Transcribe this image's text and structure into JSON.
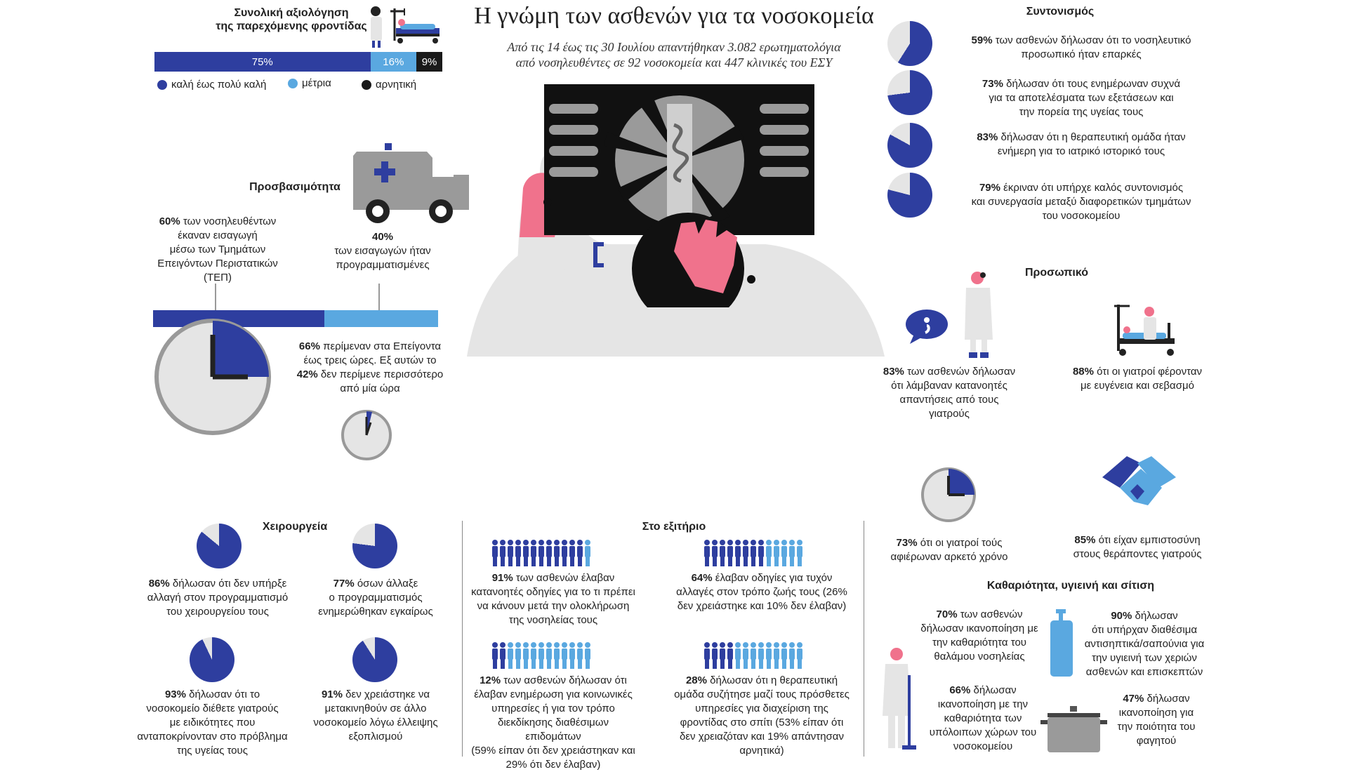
{
  "colors": {
    "dark_blue": "#2e3e9f",
    "light_blue": "#5aa8e0",
    "black": "#1a1a1a",
    "grey_light": "#e5e5e5",
    "pink": "#f0728c"
  },
  "header": {
    "title": "Η γνώμη των ασθενών για τα νοσοκομεία",
    "subtitle_1": "Από τις 14 έως τις 30 Ιουλίου απαντήθηκαν 3.082 ερωτηματολόγια",
    "subtitle_2": "από νοσηλευθέντες σε 92 νοσοκομεία και 447 κλινικές του ΕΣΥ"
  },
  "overall": {
    "title_1": "Συνολική αξιολόγηση",
    "title_2": "της παρεχόμενης φροντίδας",
    "bar": [
      {
        "label": "75%",
        "value": 75
      },
      {
        "label": "16%",
        "value": 16
      },
      {
        "label": "9%",
        "value": 9
      }
    ],
    "legend": [
      "καλή έως πολύ καλή",
      "μέτρια",
      "αρνητική"
    ]
  },
  "access": {
    "title": "Προσβασιμότητα",
    "emergency_pct": "60%",
    "emergency_text_1": " των νοσηλευθέντων",
    "emergency_text_2": "έκαναν εισαγωγή",
    "emergency_text_3": "μέσω των Τμημάτων",
    "emergency_text_4": "Επειγόντων Περιστατικών",
    "emergency_text_5": "(ΤΕΠ)",
    "planned_pct": "40%",
    "planned_text_1": "των εισαγωγών ήταν",
    "planned_text_2": "προγραμματισμένες",
    "bar_values": [
      60,
      40
    ],
    "wait_pct_1": "66%",
    "wait_text_1": " περίμεναν στα Επείγοντα",
    "wait_text_2": "έως τρεις ώρες. Εξ αυτών το",
    "wait_pct_2": "42%",
    "wait_text_3": " δεν περίμενε περισσότερο",
    "wait_text_4": "από μία ώρα"
  },
  "coordination": {
    "title": "Συντονισμός",
    "items": [
      {
        "value": 59,
        "pct": "59%",
        "l1": " των ασθενών δήλωσαν ότι το νοσηλευτικό",
        "l2": "προσωπικό ήταν επαρκές",
        "l3": ""
      },
      {
        "value": 73,
        "pct": "73%",
        "l1": " δήλωσαν ότι τους ενημέρωναν συχνά",
        "l2": "για τα αποτελέσματα των εξετάσεων και",
        "l3": "την πορεία της υγείας τους"
      },
      {
        "value": 83,
        "pct": "83%",
        "l1": " δήλωσαν ότι η θεραπευτική ομάδα ήταν",
        "l2": "ενήμερη για το ιατρικό ιστορικό τους",
        "l3": ""
      },
      {
        "value": 79,
        "pct": "79%",
        "l1": " έκριναν ότι υπήρχε καλός συντονισμός",
        "l2": "και συνεργασία μεταξύ διαφορετικών τμημάτων",
        "l3": "του νοσοκομείου"
      }
    ]
  },
  "staff": {
    "title": "Προσωπικό",
    "items": [
      {
        "pct": "83%",
        "l1": " των ασθενών δήλωσαν",
        "l2": "ότι λάμβαναν κατανοητές",
        "l3": "απαντήσεις από τους",
        "l4": "γιατρούς"
      },
      {
        "pct": "88%",
        "l1": " ότι οι γιατροί φέρονταν",
        "l2": "με ευγένεια και σεβασμό"
      },
      {
        "value": 73,
        "pct": "73%",
        "l1": " ότι οι γιατροί τούς",
        "l2": "αφιέρωναν αρκετό χρόνο"
      },
      {
        "pct": "85%",
        "l1": " ότι είχαν εμπιστοσύνη",
        "l2": "στους θεράποντες γιατρούς"
      }
    ]
  },
  "surgery": {
    "title": "Χειρουργεία",
    "items": [
      {
        "value": 86,
        "pct": "86%",
        "l1": " δήλωσαν ότι δεν υπήρξε",
        "l2": "αλλαγή στον προγραμματισμό",
        "l3": "του χειρουργείου τους"
      },
      {
        "value": 77,
        "pct": "77%",
        "l1": " όσων άλλαξε",
        "l2": "ο προγραμματισμός",
        "l3": "ενημερώθηκαν εγκαίρως"
      },
      {
        "value": 93,
        "pct": "93%",
        "l1": " δήλωσαν ότι το",
        "l2": "νοσοκομείο διέθετε γιατρούς",
        "l3": "με ειδικότητες που",
        "l4": "ανταποκρίνονταν στο πρόβλημα",
        "l5": "της υγείας τους"
      },
      {
        "value": 91,
        "pct": "91%",
        "l1": " δεν χρειάστηκε να",
        "l2": "μετακινηθούν σε άλλο",
        "l3": "νοσοκομείο λόγω έλλειψης",
        "l4": "εξοπλισμού"
      }
    ]
  },
  "discharge": {
    "title": "Στο εξιτήριο",
    "items": [
      {
        "value": 91,
        "pct": "91%",
        "l1": " των ασθενών έλαβαν",
        "l2": "κατανοητές οδηγίες για το τι πρέπει",
        "l3": "να κάνουν μετά την ολοκλήρωση",
        "l4": "της νοσηλείας τους"
      },
      {
        "value": 64,
        "pct": "64%",
        "l1": " έλαβαν οδηγίες για τυχόν",
        "l2": "αλλαγές στον τρόπο ζωής τους (26%",
        "l3": "δεν χρειάστηκε και 10% δεν έλαβαν)"
      },
      {
        "value": 12,
        "pct": "12%",
        "l1": " των ασθενών δήλωσαν ότι",
        "l2": "έλαβαν ενημέρωση για κοινωνικές",
        "l3": "υπηρεσίες ή για τον τρόπο",
        "l4": "διεκδίκησης διαθέσιμων επιδομάτων",
        "l5": "(59% είπαν ότι δεν χρειάστηκαν και",
        "l6": "29% ότι δεν έλαβαν)"
      },
      {
        "value": 28,
        "pct": "28%",
        "l1": " δήλωσαν ότι η θεραπευτική",
        "l2": "ομάδα συζήτησε μαζί τους πρόσθετες",
        "l3": "υπηρεσίες για διαχείριση της",
        "l4": "φροντίδας στο σπίτι (53% είπαν ότι",
        "l5": "δεν χρειαζόταν και 19% απάντησαν",
        "l6": "αρνητικά)"
      }
    ]
  },
  "hygiene": {
    "title": "Καθαριότητα, υγιεινή και σίτιση",
    "items": [
      {
        "pct": "70%",
        "l1": " των ασθενών",
        "l2": "δήλωσαν ικανοποίηση με",
        "l3": "την καθαριότητα του",
        "l4": "θαλάμου νοσηλείας"
      },
      {
        "pct": "90%",
        "l1": " δήλωσαν",
        "l2": "ότι υπήρχαν διαθέσιμα",
        "l3": "αντισηπτικά/σαπούνια για",
        "l4": "την υγιεινή των χεριών",
        "l5": "ασθενών και επισκεπτών"
      },
      {
        "pct": "66%",
        "l1": " δήλωσαν",
        "l2": "ικανοποίηση με την",
        "l3": "καθαριότητα των",
        "l4": "υπόλοιπων χώρων του",
        "l5": "νοσοκομείου"
      },
      {
        "pct": "47%",
        "l1": " δήλωσαν",
        "l2": "ικανοποίηση για",
        "l3": "την ποιότητα του",
        "l4": "φαγητού"
      }
    ]
  },
  "icons": [
    "hospital-bed-icon",
    "ambulance-icon",
    "clock-icon",
    "doctor-icon",
    "speech-bubble-icon",
    "handshake-icon",
    "person-icon",
    "sanitizer-bottle-icon",
    "cooking-pot-icon",
    "xray-illustration"
  ]
}
